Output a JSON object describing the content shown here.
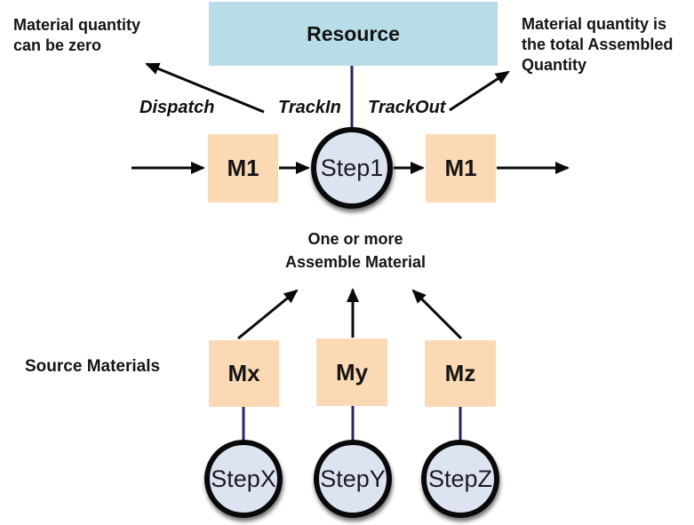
{
  "colors": {
    "canvas-bg": "#ffffff",
    "resource-fill": "#b8dde9",
    "material-fill": "#fcd9b5",
    "step-fill": "#dde4f1",
    "connector-purple": "#2e2262",
    "arrow-black": "#0a0a0a"
  },
  "nodes": {
    "resource": {
      "label": "Resource"
    },
    "m1_left": {
      "label": "M1"
    },
    "step1": {
      "label": "Step1"
    },
    "m1_right": {
      "label": "M1"
    },
    "mx": {
      "label": "Mx"
    },
    "my": {
      "label": "My"
    },
    "mz": {
      "label": "Mz"
    },
    "step_x": {
      "label": "StepX"
    },
    "step_y": {
      "label": "StepY"
    },
    "step_z": {
      "label": "StepZ"
    }
  },
  "edge_labels": {
    "dispatch": "Dispatch",
    "track_in": "TrackIn",
    "track_out": "TrackOut"
  },
  "notes": {
    "top_left": [
      "Material quantity",
      "can be zero"
    ],
    "top_right": [
      "Material quantity is",
      "the total Assembled",
      "Quantity"
    ],
    "assemble": [
      "One or more",
      "Assemble Material"
    ],
    "source_materials": "Source Materials"
  }
}
